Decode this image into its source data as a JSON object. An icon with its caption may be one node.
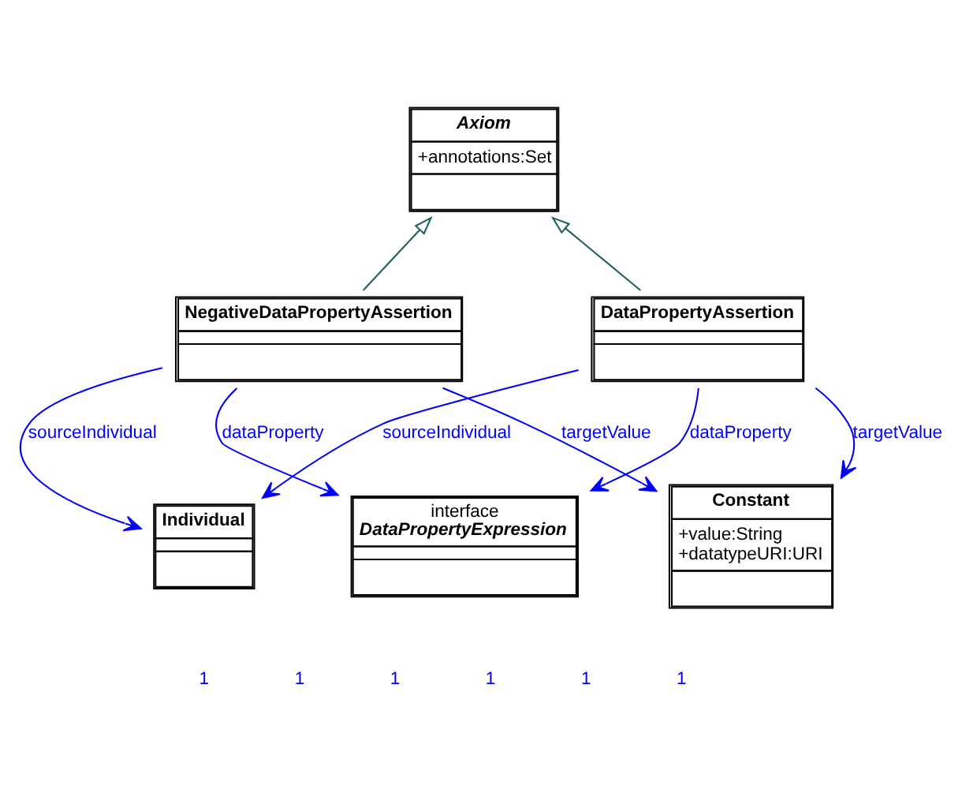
{
  "diagram": {
    "nodes": [
      {
        "text": [
          "Axiom",
          "+annotations:Set"
        ]
      },
      {
        "text": [
          "DataPropertyAssertion"
        ]
      },
      {
        "text": [
          "NegativeDataPropertyAssertion"
        ]
      },
      {
        "text": [
          "Individual"
        ]
      },
      {
        "text": [
          "Constant",
          "+value:String",
          "+datatypeURI:URI"
        ]
      },
      {
        "text": [
          "interface",
          "DataPropertyExpression"
        ]
      }
    ],
    "edges": [
      {
        "from": 1,
        "to": 0,
        "arrow": "to",
        "color": "#1f5f5f"
      },
      {
        "from": 2,
        "to": 0,
        "arrow": "to",
        "color": "#1f5f5f"
      },
      {
        "from": 1,
        "to": 5,
        "arrow": "to",
        "label": "dataProperty"
      },
      {
        "from": 1,
        "to": 4,
        "arrow": "to",
        "label": "targetValue"
      },
      {
        "from": 1,
        "to": 3,
        "arrow": "to",
        "label": "sourceIndividual"
      },
      {
        "from": 2,
        "to": 3,
        "arrow": "to",
        "label": "sourceIndividual"
      },
      {
        "from": 2,
        "to": 4,
        "arrow": "to",
        "label": "targetValue"
      },
      {
        "from": 2,
        "to": 5,
        "arrow": "to",
        "label": "dataProperty"
      }
    ],
    "labels": [
      "1",
      "1",
      "1",
      "1",
      "1",
      "1"
    ]
  }
}
